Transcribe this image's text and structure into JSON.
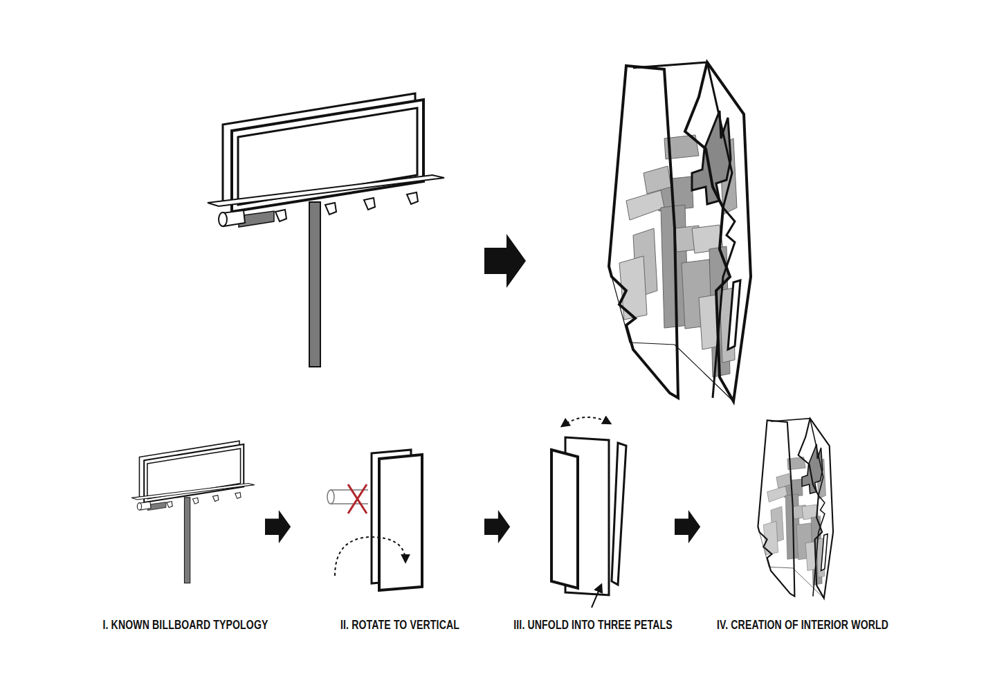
{
  "diagram": {
    "labels": [
      "I. KNOWN BILLBOARD TYPOLOGY",
      "II. ROTATE TO VERTICAL",
      "III. UNFOLD INTO THREE PETALS",
      "IV. CREATION OF INTERIOR WORLD"
    ]
  }
}
